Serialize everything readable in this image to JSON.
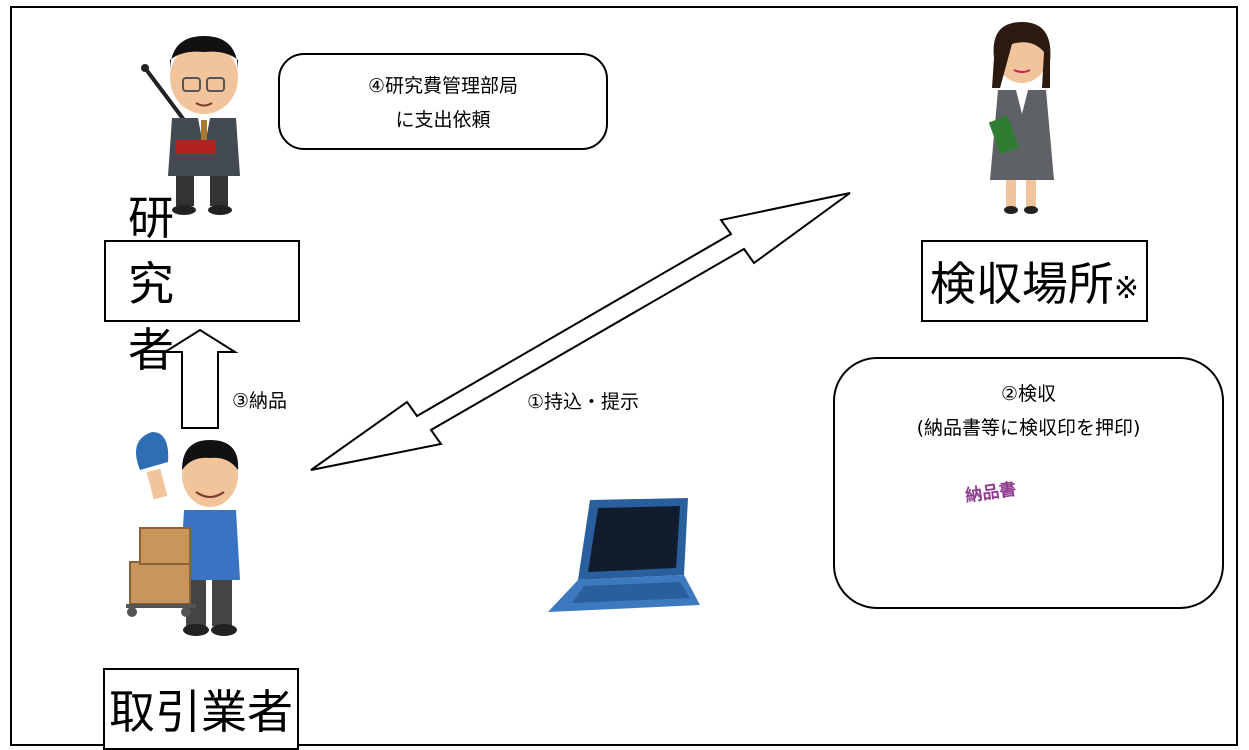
{
  "researcher_label": "研 究 者",
  "inspection_label": "検収場所",
  "inspection_mark": "※",
  "vendor_label": "取引業者",
  "request_line1": "④研究費管理部局",
  "request_line2": "に支出依頼",
  "deliver_label": "③納品",
  "bring_label": "①持込・提示",
  "inspect_line1": "②検収",
  "inspect_line2": "(納品書等に検収印を押印)",
  "invoice_title": "納品書"
}
